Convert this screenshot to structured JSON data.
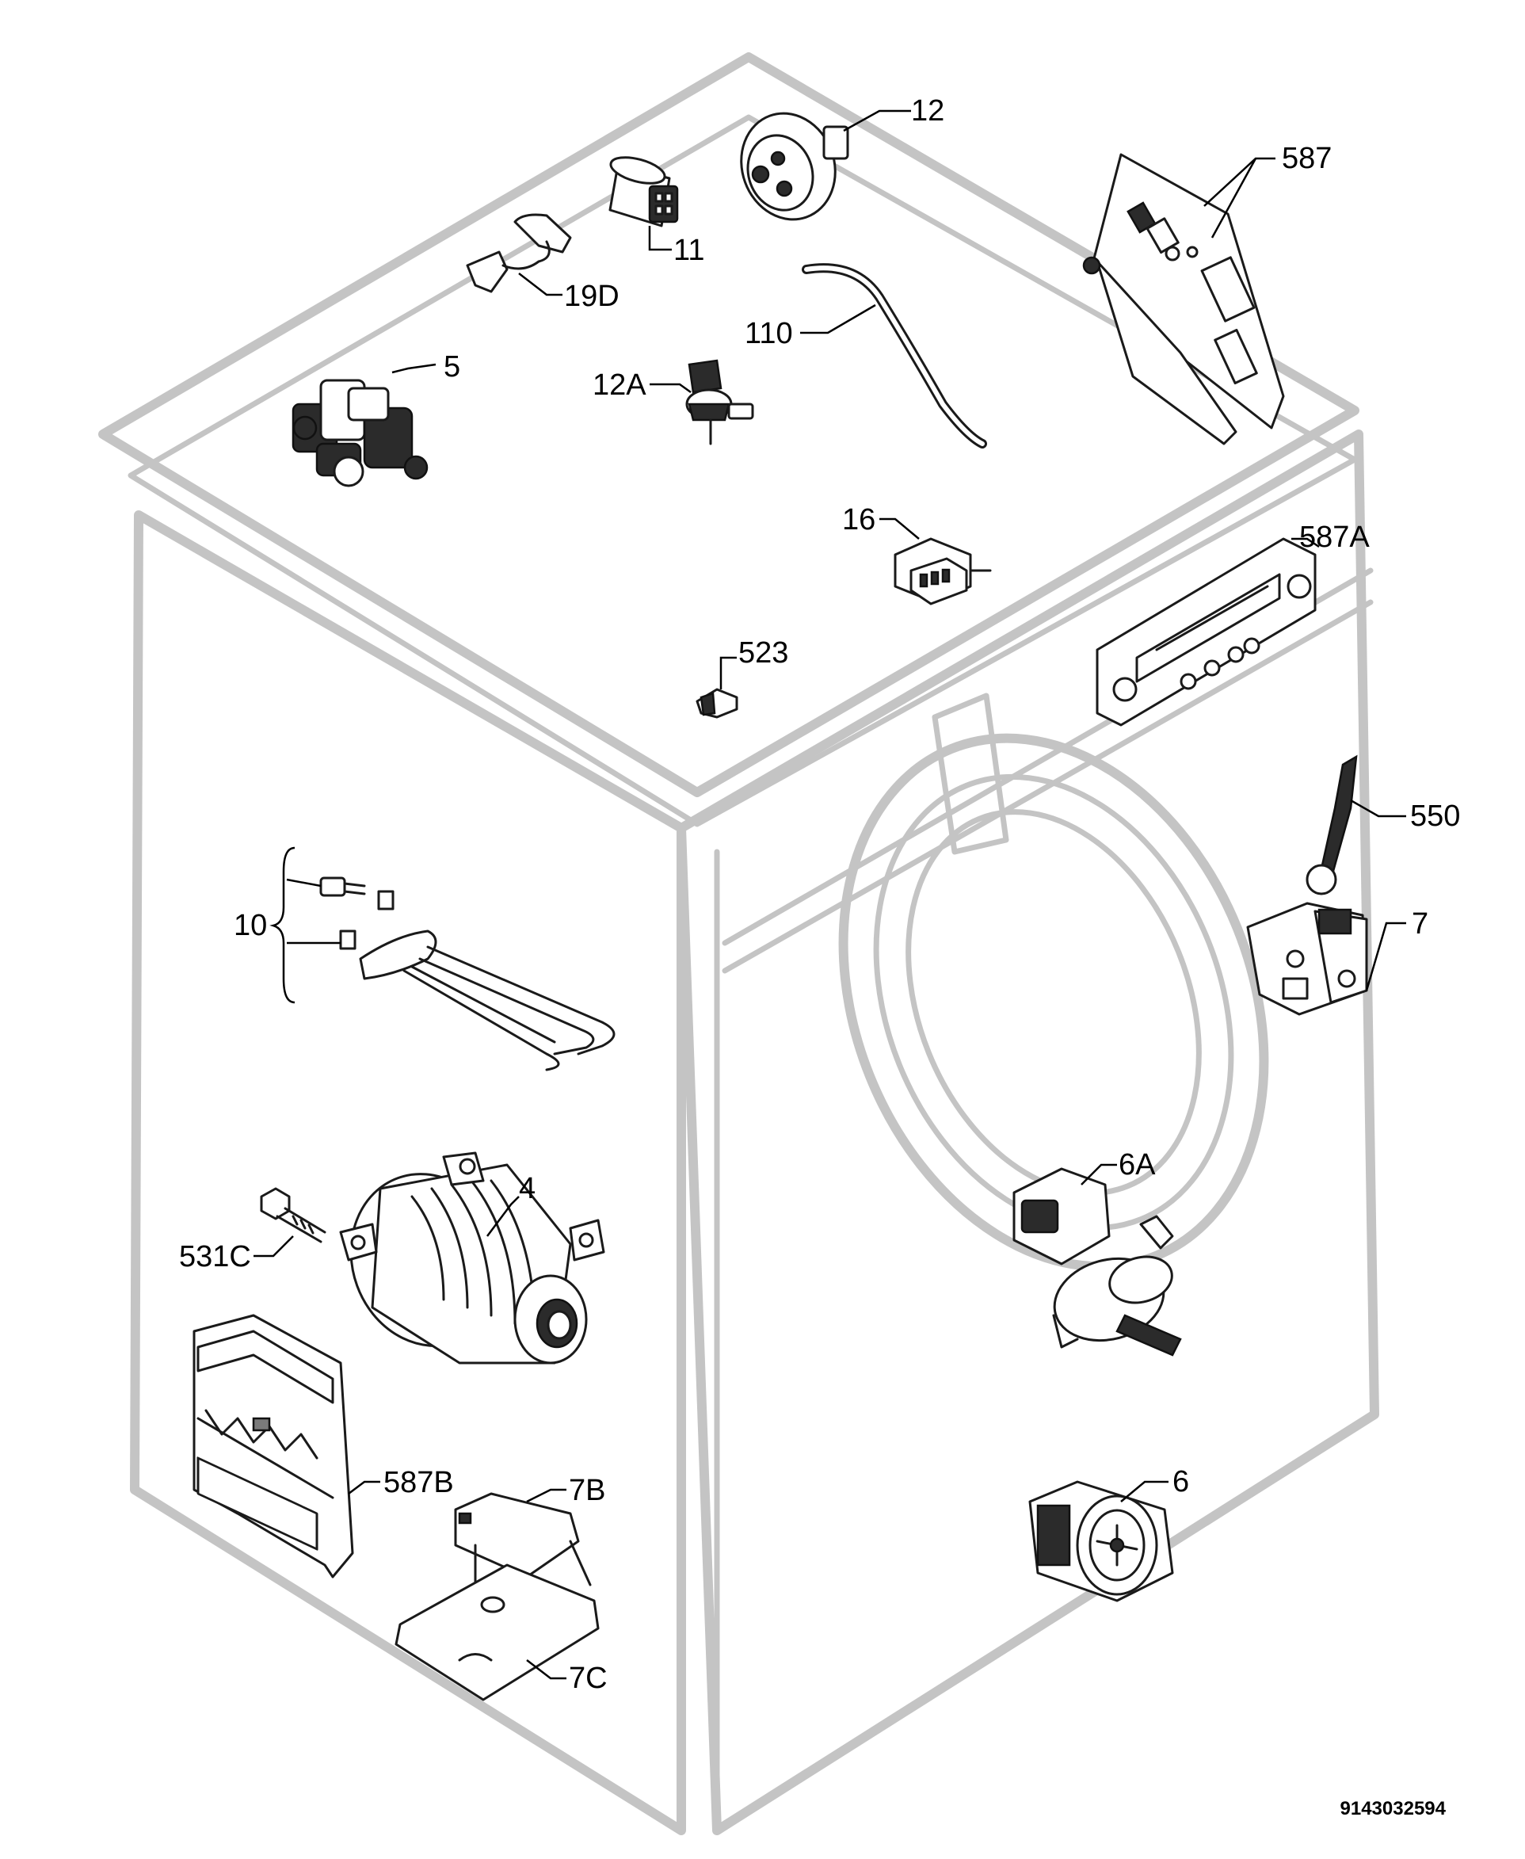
{
  "document_id": "9143032594",
  "callouts": {
    "p12": "12",
    "p587": "587",
    "p11": "11",
    "p19d": "19D",
    "p110": "110",
    "p5": "5",
    "p12a": "12A",
    "p16": "16",
    "p587a": "587A",
    "p523": "523",
    "p550": "550",
    "p10": "10",
    "p7": "7",
    "p6a": "6A",
    "p4": "4",
    "p531c": "531C",
    "p587b": "587B",
    "p7b": "7B",
    "p6": "6",
    "p7c": "7C"
  },
  "colors": {
    "cabinet_outline": "#c4c4c4",
    "part_stroke": "#1a1a1a",
    "background": "#ffffff"
  }
}
